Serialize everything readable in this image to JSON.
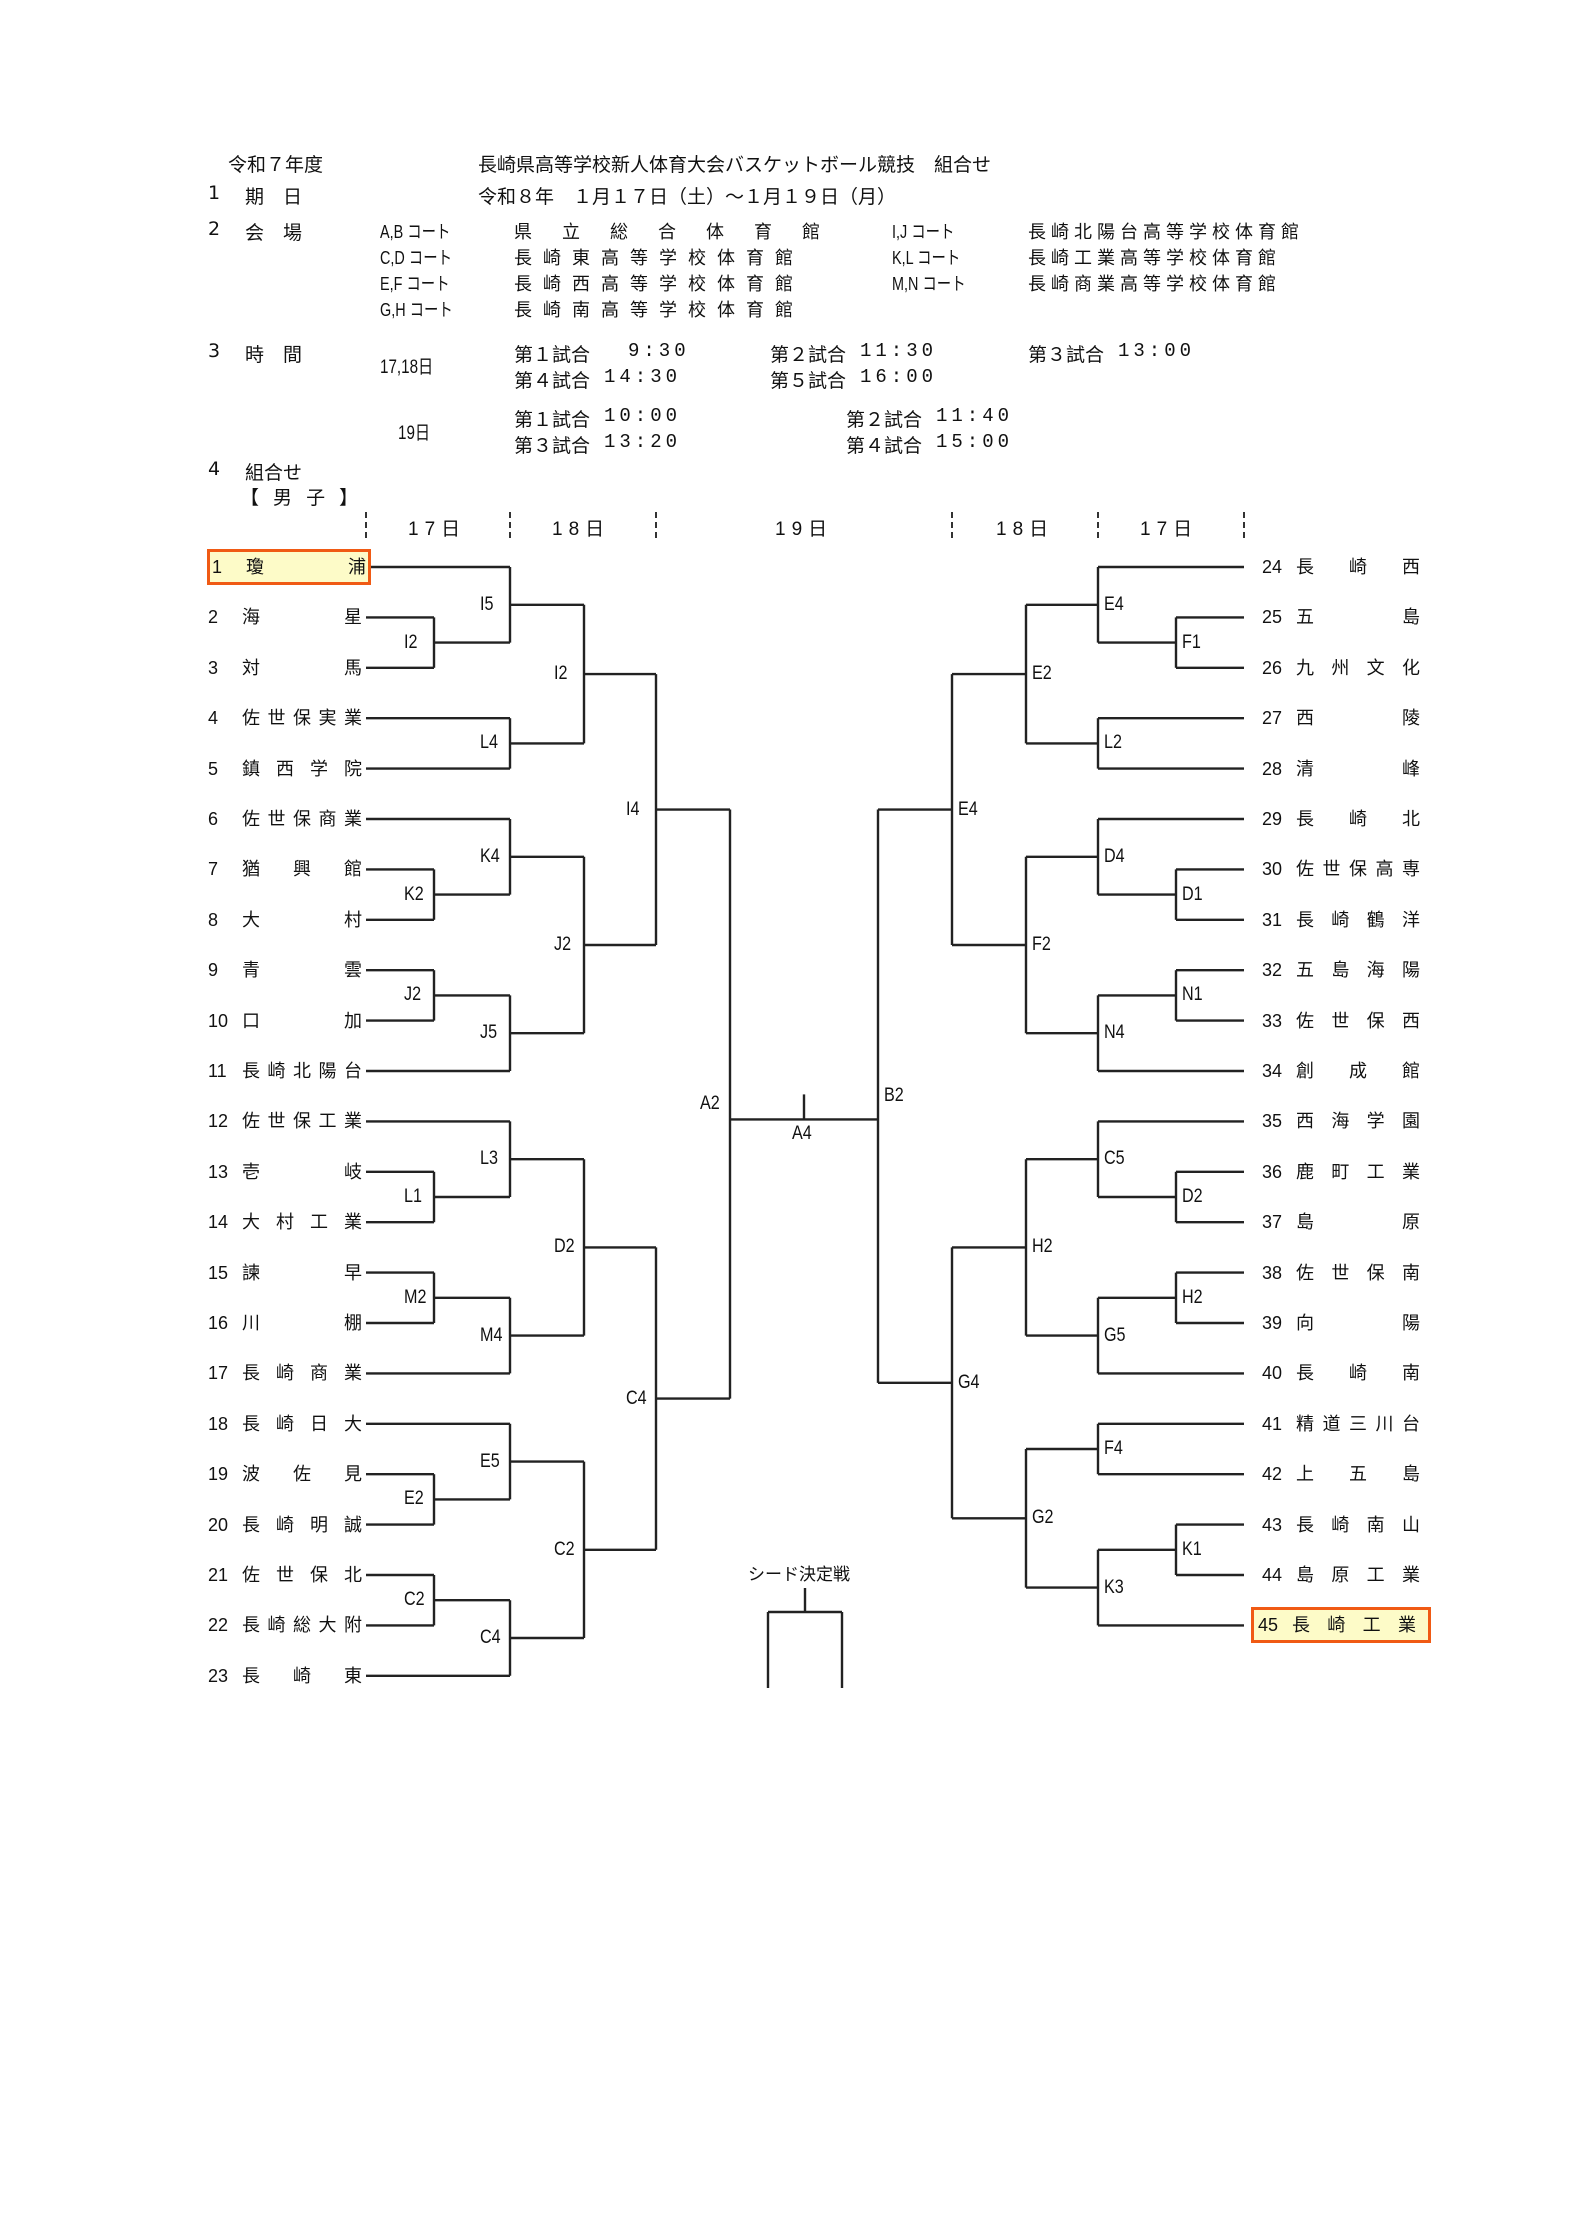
{
  "header": {
    "year": "令和７年度",
    "title": "長崎県高等学校新人体育大会バスケットボール競技　組合せ"
  },
  "section1": {
    "num": "1",
    "label": "期　日",
    "value": "令和８年　１月１７日（土）～１月１９日（月）"
  },
  "section2": {
    "num": "2",
    "label": "会　場",
    "venues_left": [
      {
        "court": "A,B コート",
        "venue": "県　立　総　合　体　育　館"
      },
      {
        "court": "C,D コート",
        "venue": "長崎東高等学校体育館"
      },
      {
        "court": "E,F コート",
        "venue": "長崎西高等学校体育館"
      },
      {
        "court": "G,H コート",
        "venue": "長崎南高等学校体育館"
      }
    ],
    "venues_right": [
      {
        "court": "I,J コート",
        "venue": "長崎北陽台高等学校体育館"
      },
      {
        "court": "K,L コート",
        "venue": "長崎工業高等学校体育館"
      },
      {
        "court": "M,N コート",
        "venue": "長崎商業高等学校体育館"
      }
    ]
  },
  "section3": {
    "num": "3",
    "label": "時　間",
    "days_17_18": {
      "label": "17,18日",
      "games": [
        {
          "name": "第１試合",
          "time": "9:30"
        },
        {
          "name": "第２試合",
          "time": "11:30"
        },
        {
          "name": "第３試合",
          "time": "13:00"
        },
        {
          "name": "第４試合",
          "time": "14:30"
        },
        {
          "name": "第５試合",
          "time": "16:00"
        }
      ]
    },
    "day_19": {
      "label": "19日",
      "games": [
        {
          "name": "第１試合",
          "time": "10:00"
        },
        {
          "name": "第２試合",
          "time": "11:40"
        },
        {
          "name": "第３試合",
          "time": "13:20"
        },
        {
          "name": "第４試合",
          "time": "15:00"
        }
      ]
    }
  },
  "section4": {
    "num": "4",
    "label": "組合せ",
    "division": "【 男 子 】"
  },
  "bracket": {
    "day_headers": [
      "17日",
      "18日",
      "19日",
      "18日",
      "17日"
    ],
    "left_teams": [
      {
        "num": "1",
        "name": "瓊浦",
        "highlight": true
      },
      {
        "num": "2",
        "name": "海星"
      },
      {
        "num": "3",
        "name": "対馬"
      },
      {
        "num": "4",
        "name": "佐世保実業"
      },
      {
        "num": "5",
        "name": "鎮西学院"
      },
      {
        "num": "6",
        "name": "佐世保商業"
      },
      {
        "num": "7",
        "name": "猶興館"
      },
      {
        "num": "8",
        "name": "大村"
      },
      {
        "num": "9",
        "name": "青雲"
      },
      {
        "num": "10",
        "name": "口加"
      },
      {
        "num": "11",
        "name": "長崎北陽台"
      },
      {
        "num": "12",
        "name": "佐世保工業"
      },
      {
        "num": "13",
        "name": "壱岐"
      },
      {
        "num": "14",
        "name": "大村工業"
      },
      {
        "num": "15",
        "name": "諫早"
      },
      {
        "num": "16",
        "name": "川棚"
      },
      {
        "num": "17",
        "name": "長崎商業"
      },
      {
        "num": "18",
        "name": "長崎日大"
      },
      {
        "num": "19",
        "name": "波佐見"
      },
      {
        "num": "20",
        "name": "長崎明誠"
      },
      {
        "num": "21",
        "name": "佐世保北"
      },
      {
        "num": "22",
        "name": "長崎総大附"
      },
      {
        "num": "23",
        "name": "長崎東"
      }
    ],
    "right_teams": [
      {
        "num": "24",
        "name": "長崎西"
      },
      {
        "num": "25",
        "name": "五島"
      },
      {
        "num": "26",
        "name": "九州文化"
      },
      {
        "num": "27",
        "name": "西陵"
      },
      {
        "num": "28",
        "name": "清峰"
      },
      {
        "num": "29",
        "name": "長崎北"
      },
      {
        "num": "30",
        "name": "佐世保高専"
      },
      {
        "num": "31",
        "name": "長崎鶴洋"
      },
      {
        "num": "32",
        "name": "五島海陽"
      },
      {
        "num": "33",
        "name": "佐世保西"
      },
      {
        "num": "34",
        "name": "創成館"
      },
      {
        "num": "35",
        "name": "西海学園"
      },
      {
        "num": "36",
        "name": "鹿町工業"
      },
      {
        "num": "37",
        "name": "島原"
      },
      {
        "num": "38",
        "name": "佐世保南"
      },
      {
        "num": "39",
        "name": "向陽"
      },
      {
        "num": "40",
        "name": "長崎南"
      },
      {
        "num": "41",
        "name": "精道三川台"
      },
      {
        "num": "42",
        "name": "上五島"
      },
      {
        "num": "43",
        "name": "長崎南山"
      },
      {
        "num": "44",
        "name": "島原工業"
      },
      {
        "num": "45",
        "name": "長崎工業",
        "highlight": true
      }
    ],
    "matches_left": [
      {
        "code": "I2",
        "round": 1,
        "a": 1,
        "b": 2
      },
      {
        "code": "I5",
        "round": 2,
        "a": 0,
        "b": "I2"
      },
      {
        "code": "L4",
        "round": 2,
        "a": 3,
        "b": 4
      },
      {
        "code": "I2",
        "round": 3,
        "a": "I5",
        "b": "L4"
      },
      {
        "code": "K2",
        "round": 1,
        "a": 6,
        "b": 7
      },
      {
        "code": "K4",
        "round": 2,
        "a": 5,
        "b": "K2"
      },
      {
        "code": "J2",
        "round": 1,
        "a": 8,
        "b": 9
      },
      {
        "code": "J5",
        "round": 2,
        "a": "J2",
        "b": 10
      },
      {
        "code": "J2",
        "round": 3,
        "a": "K4",
        "b": "J5"
      },
      {
        "code": "I4",
        "round": 4,
        "a": "I2#3",
        "b": "J2#3"
      },
      {
        "code": "L1",
        "round": 1,
        "a": 12,
        "b": 13
      },
      {
        "code": "L3",
        "round": 2,
        "a": 11,
        "b": "L1"
      },
      {
        "code": "M2",
        "round": 1,
        "a": 14,
        "b": 15
      },
      {
        "code": "M4",
        "round": 2,
        "a": "M2",
        "b": 16
      },
      {
        "code": "D2",
        "round": 3,
        "a": "L3",
        "b": "M4"
      },
      {
        "code": "E2",
        "round": 1,
        "a": 18,
        "b": 19
      },
      {
        "code": "E5",
        "round": 2,
        "a": 17,
        "b": "E2"
      },
      {
        "code": "C2",
        "round": 1,
        "a": 20,
        "b": 21
      },
      {
        "code": "C4",
        "round": 2,
        "a": "C2#1",
        "b": 22
      },
      {
        "code": "C2",
        "round": 3,
        "a": "E5",
        "b": "C4#2"
      },
      {
        "code": "C4",
        "round": 4,
        "a": "D2",
        "b": "C2#3"
      },
      {
        "code": "A2",
        "round": 5,
        "a": "I4",
        "b": "C4#4"
      }
    ],
    "matches_right": [
      {
        "code": "F1",
        "round": 1,
        "a": 1,
        "b": 2
      },
      {
        "code": "E4",
        "round": 2,
        "a": 0,
        "b": "F1"
      },
      {
        "code": "L2",
        "round": 2,
        "a": 3,
        "b": 4
      },
      {
        "code": "E2",
        "round": 3,
        "a": "E4#2",
        "b": "L2"
      },
      {
        "code": "D1",
        "round": 1,
        "a": 6,
        "b": 7
      },
      {
        "code": "D4",
        "round": 2,
        "a": 5,
        "b": "D1"
      },
      {
        "code": "N1",
        "round": 1,
        "a": 8,
        "b": 9
      },
      {
        "code": "N4",
        "round": 2,
        "a": "N1",
        "b": 10
      },
      {
        "code": "F2",
        "round": 3,
        "a": "D4",
        "b": "N4"
      },
      {
        "code": "E4",
        "round": 4,
        "a": "E2",
        "b": "F2"
      },
      {
        "code": "D2",
        "round": 1,
        "a": 12,
        "b": 13
      },
      {
        "code": "C5",
        "round": 2,
        "a": 11,
        "b": "D2"
      },
      {
        "code": "H2",
        "round": 1,
        "a": 14,
        "b": 15
      },
      {
        "code": "G5",
        "round": 2,
        "a": "H2#1",
        "b": 16
      },
      {
        "code": "H2",
        "round": 3,
        "a": "C5",
        "b": "G5"
      },
      {
        "code": "F4",
        "round": 2,
        "a": 17,
        "b": 18
      },
      {
        "code": "K1",
        "round": 1,
        "a": 19,
        "b": 20
      },
      {
        "code": "K3",
        "round": 2,
        "a": "K1",
        "b": 21
      },
      {
        "code": "G2",
        "round": 3,
        "a": "F4",
        "b": "K3"
      },
      {
        "code": "G4",
        "round": 4,
        "a": "H2#3",
        "b": "G2"
      },
      {
        "code": "B2",
        "round": 5,
        "a": "E4#4",
        "b": "G4"
      }
    ],
    "final": {
      "code": "A4"
    },
    "seed_playoff": {
      "label": "シード決定戦"
    }
  }
}
